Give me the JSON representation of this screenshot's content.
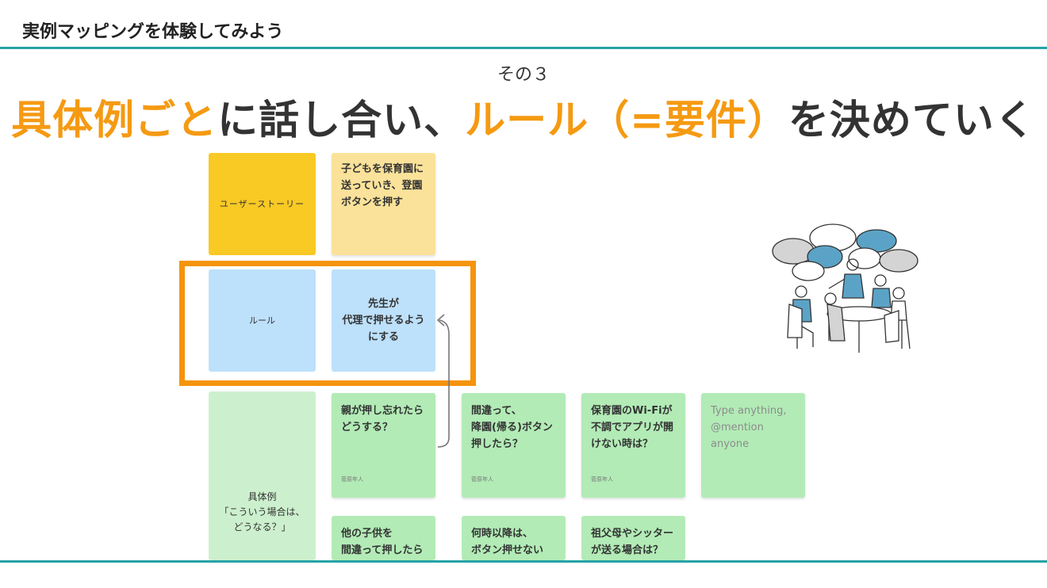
{
  "slide": {
    "section_title": "実例マッピングを体験してみよう",
    "subtitle": "その３",
    "headline": {
      "part1": "具体例ごと",
      "part2": "に話し合い、",
      "part3": "ルール（=要件）",
      "part4": "を決めていく"
    },
    "colors": {
      "accent": "#f59a12",
      "rule_line": "#26a3a6",
      "story_header": "#f9c924",
      "story_card": "#fbe29a",
      "rule_card": "#bde0fb",
      "example_card": "#b2ebb6",
      "example_column": "#ccf0cd"
    }
  },
  "board": {
    "story_header": "ユーザーストーリー",
    "story_card": "子どもを保育園に\n送っていき、登園\nボタンを押す",
    "rule_header": "ルール",
    "rule_card": "先生が\n代理で押せるよう\nにする",
    "example_header": "具体例\n「こういう場合は、\nどうなる？」",
    "examples": [
      {
        "text": "親が押し忘れたら\nどうする？",
        "author": "菅原年人"
      },
      {
        "text": "間違って、\n降園(帰る)ボタン\n押したら？",
        "author": "菅原年人"
      },
      {
        "text": "保育園のWi-Fiが\n不調でアプリが開\nけない時は？",
        "author": "菅原年人"
      },
      {
        "text": "Type anything,\n@mention\nanyone"
      },
      {
        "text": "他の子供を\n間違って押したら"
      },
      {
        "text": "何時以降は、\nボタン押せない"
      },
      {
        "text": "祖父母やシッター\nが送る場合は？"
      }
    ]
  },
  "illustration": {
    "icon": "team-discussion-illustration"
  }
}
